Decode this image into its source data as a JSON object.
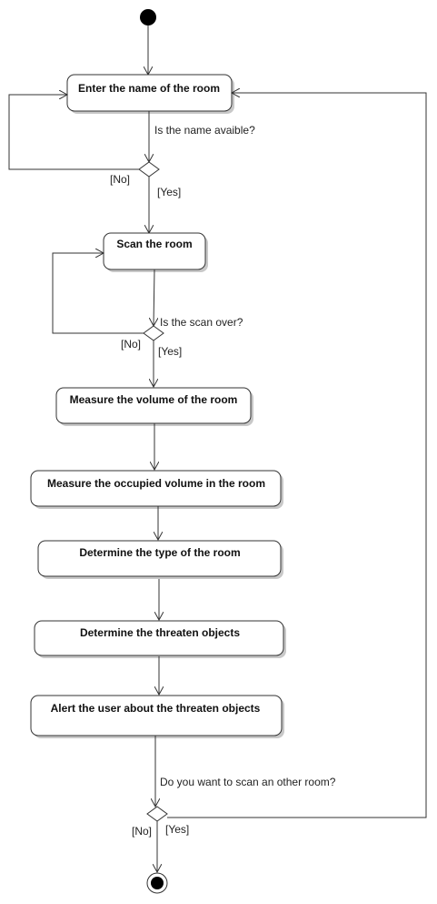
{
  "actions": {
    "enter_name": "Enter the name of the room",
    "scan_room": "Scan the room",
    "measure_volume": "Measure the volume of the room",
    "measure_occupied": "Measure the occupied volume in the room",
    "determine_type": "Determine the type of the room",
    "determine_threaten": "Determine the threaten objects",
    "alert_user": "Alert the user about the threaten objects"
  },
  "decisions": {
    "name_available": {
      "question": "Is the name avaible?",
      "yes": "[Yes]",
      "no": "[No]"
    },
    "scan_over": {
      "question": "Is the scan over?",
      "yes": "[Yes]",
      "no": "[No]"
    },
    "another_room": {
      "question": "Do you want to scan an other room?",
      "yes": "[Yes]",
      "no": "[No]"
    }
  }
}
